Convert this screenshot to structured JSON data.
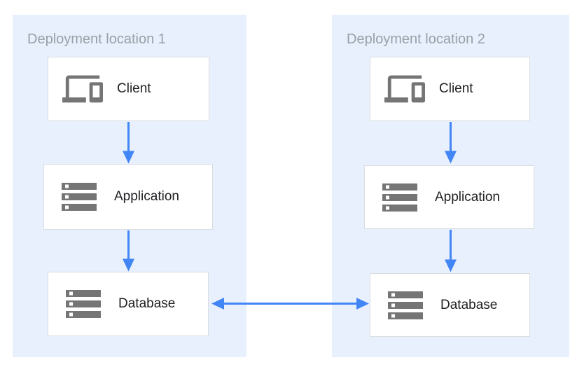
{
  "diagram": {
    "locations": [
      {
        "title": "Deployment location 1",
        "nodes": [
          {
            "label": "Client",
            "icon": "devices-icon"
          },
          {
            "label": "Application",
            "icon": "storage-icon"
          },
          {
            "label": "Database",
            "icon": "storage-icon"
          }
        ]
      },
      {
        "title": "Deployment location 2",
        "nodes": [
          {
            "label": "Client",
            "icon": "devices-icon"
          },
          {
            "label": "Application",
            "icon": "storage-icon"
          },
          {
            "label": "Database",
            "icon": "storage-icon"
          }
        ]
      }
    ],
    "connections": [
      {
        "from": "Client 1",
        "to": "Application 1",
        "direction": "down"
      },
      {
        "from": "Application 1",
        "to": "Database 1",
        "direction": "down"
      },
      {
        "from": "Client 2",
        "to": "Application 2",
        "direction": "down"
      },
      {
        "from": "Application 2",
        "to": "Database 2",
        "direction": "down"
      },
      {
        "from": "Database 1",
        "to": "Database 2",
        "direction": "bidirectional"
      }
    ],
    "colors": {
      "container_fill": "#E8F0FE",
      "title_text": "#9AA0A6",
      "box_border": "#DADCE0",
      "box_fill": "#FFFFFF",
      "label_text": "#202124",
      "icon_gray": "#757575",
      "arrow_blue": "#4285F4"
    }
  }
}
